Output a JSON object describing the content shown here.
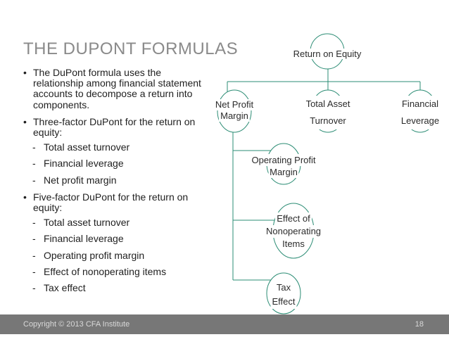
{
  "slide": {
    "title": "THE DUPONT FORMULAS",
    "list": {
      "bullet_char": "•",
      "dash_char": "-",
      "items": [
        {
          "level": 1,
          "text": "The DuPont formula uses the relationship among financial statement accounts to decompose a return into components."
        },
        {
          "level": 1,
          "text": "Three-factor DuPont for the return on equity:"
        },
        {
          "level": 2,
          "text": "Total asset turnover"
        },
        {
          "level": 2,
          "text": "Financial leverage"
        },
        {
          "level": 2,
          "text": "Net profit margin"
        },
        {
          "level": 1,
          "text": "Five-factor DuPont for the return on equity:"
        },
        {
          "level": 2,
          "text": "Total asset turnover"
        },
        {
          "level": 2,
          "text": "Financial leverage"
        },
        {
          "level": 2,
          "text": "Operating profit margin"
        },
        {
          "level": 2,
          "text": "Effect of nonoperating items"
        },
        {
          "level": 2,
          "text": "Tax effect"
        }
      ]
    },
    "diagram": {
      "nodes": {
        "roe": {
          "label": "Return on Equity",
          "lines": [
            "Return on Equity"
          ]
        },
        "npm": {
          "label": "Net Profit Margin",
          "lines": [
            "Net Profit",
            "Margin"
          ]
        },
        "tat": {
          "label": "Total Asset Turnover",
          "lines": [
            "Total Asset",
            "Turnover"
          ]
        },
        "fl": {
          "label": "Financial Leverage",
          "lines": [
            "Financial",
            "Leverage"
          ]
        },
        "opm": {
          "label": "Operating Profit Margin",
          "lines": [
            "Operating Profit",
            "Margin"
          ]
        },
        "eni": {
          "label": "Effect of Nonoperating Items",
          "lines": [
            "Effect of",
            "Nonoperating",
            "Items"
          ]
        },
        "te": {
          "label": "Tax Effect",
          "lines": [
            "Tax",
            "Effect"
          ]
        }
      }
    },
    "footer": {
      "copyright": "Copyright © 2013 CFA Institute",
      "page_number": "18"
    }
  },
  "colors": {
    "accent": "#2b8c74",
    "title-gray": "#8a8a8a",
    "body-text": "#1f1f1f",
    "node-text": "#2b2b2b",
    "footer-bg": "#777777",
    "footer-text": "#d9d9d9"
  }
}
